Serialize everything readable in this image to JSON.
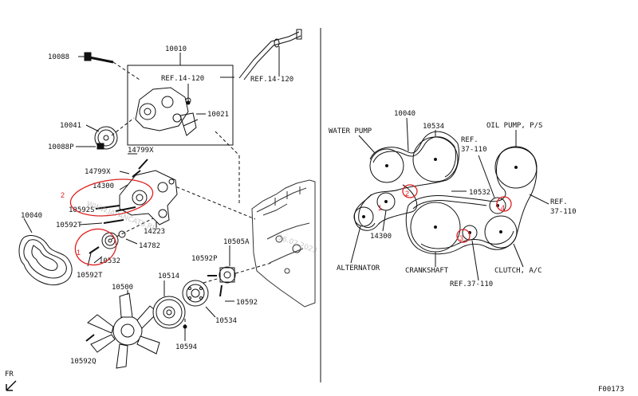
{
  "left_labels": {
    "p10088": "10088",
    "p10010": "10010",
    "ref_a": "REF.14-120",
    "ref_b": "REF.14-120",
    "p10021": "10021",
    "p10041": "10041",
    "p10088P": "10088P",
    "p14799X_a": "14799X",
    "p14799X_b": "14799X",
    "p14300": "14300",
    "p10592S": "10592S",
    "p10592T_a": "10592T",
    "p14223": "14223",
    "p14782": "14782",
    "p10040": "10040",
    "p10532": "10532",
    "p10592T_b": "10592T",
    "p10500": "10500",
    "p10514": "10514",
    "p10505A": "10505A",
    "p10592P": "10592P",
    "p10592": "10592",
    "p10534": "10534",
    "p10594": "10594",
    "p10592Q": "10592Q",
    "fr": "FR"
  },
  "right_labels": {
    "water_pump": "WATER PUMP",
    "p10040": "10040",
    "p10534": "10534",
    "oil_pump": "OIL PUMP, P/S",
    "ref_37_a_top": "REF.",
    "ref_37_a_bottom": "37-110",
    "p10532": "10532",
    "ref_37_b_top": "REF.",
    "ref_37_b_bottom": "37-110",
    "p14300": "14300",
    "alternator": "ALTERNATOR",
    "crankshaft": "CRANKSHAFT",
    "ref_37_c": "REF.37-110",
    "clutch": "CLUTCH, A/C"
  },
  "annotations": {
    "n1_left": "1",
    "n2_left": "2",
    "n1_right": "1",
    "n2_right": "2",
    "n3_right": "3",
    "n4_right": "4"
  },
  "watermark": {
    "site": "WWW.JAPANCATS.RU",
    "date": "16.02.2023"
  },
  "footer": {
    "code": "F00173"
  },
  "colors": {
    "line": "#111111",
    "annotation": "#dd2222",
    "watermark": "#9a9a9a"
  }
}
